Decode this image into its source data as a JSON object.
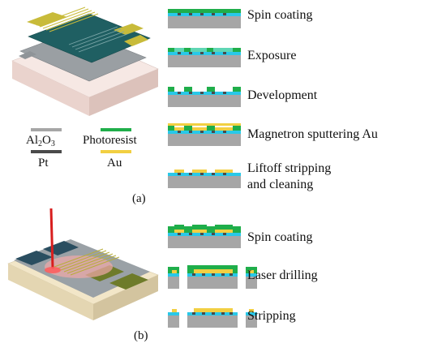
{
  "panel_a": {
    "label": "(a)",
    "steps": [
      {
        "label": "Spin coating"
      },
      {
        "label": "Exposure"
      },
      {
        "label": "Development"
      },
      {
        "label": "Magnetron sputtering Au"
      },
      {
        "label_line1": "Liftoff stripping",
        "label_line2": "and cleaning"
      }
    ]
  },
  "legend": {
    "al2o3_pre": "Al",
    "al2o3_sub2": "2",
    "al2o3_o": "O",
    "al2o3_sub3": "3",
    "photoresist": "Photoresist",
    "pt": "Pt",
    "au": "Au"
  },
  "panel_b": {
    "label": "(b)",
    "steps": [
      {
        "label": "Spin coating"
      },
      {
        "label": "Laser drilling"
      },
      {
        "label": "Stripping"
      }
    ]
  },
  "colors": {
    "substrate": "#a6a6a6",
    "cyan_layer": "#29c8e8",
    "photoresist": "#1fae4a",
    "pt": "#4a4a4a",
    "au": "#f2cf42",
    "exposure": "#5fd6b4",
    "laser": "#d81e1e"
  }
}
